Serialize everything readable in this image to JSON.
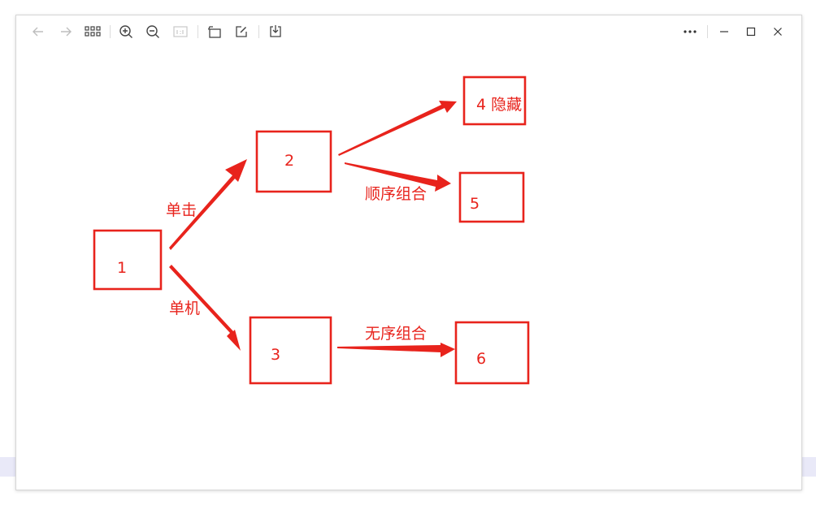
{
  "toolbar": {
    "left_icons": [
      "arrow-left-icon",
      "arrow-right-icon",
      "grid-icon",
      "zoom-in-icon",
      "zoom-out-icon",
      "fit-icon",
      "rotate-icon",
      "edit-icon",
      "download-icon"
    ],
    "right_icons": [
      "more-icon",
      "minimize-icon",
      "maximize-icon",
      "close-icon"
    ]
  },
  "diagram": {
    "stroke_color": "#e8231c",
    "nodes": {
      "n1": "1",
      "n2": "2",
      "n3": "3",
      "n4": "4 隐藏",
      "n5": "5",
      "n6": "6"
    },
    "edges": {
      "e12": "单击",
      "e13": "单机",
      "e25": "顺序组合",
      "e36": "无序组合"
    }
  }
}
